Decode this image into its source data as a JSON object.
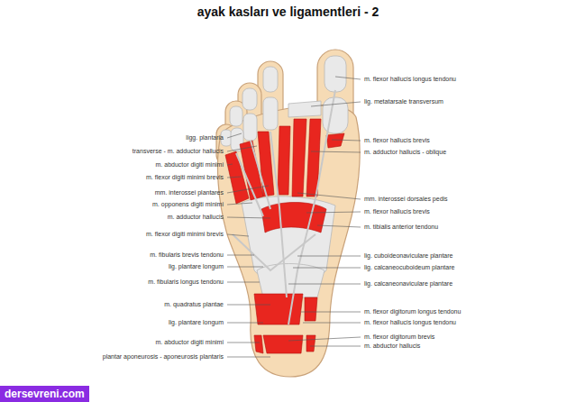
{
  "diagram": {
    "title": "ayak kasları ve ligamentleri - 2",
    "nodes": [
      {
        "text": [
          "dersevreni.com"
        ]
      }
    ],
    "labels": [
      "m. flexor hallucis longus tendonu",
      "lig. metatarsale transversum",
      "ligg. plantaria",
      "m. flexor hallucis brevis",
      "transverse - m. adductor hallucis",
      "m. adductor hallucis - oblique",
      "m. abductor digiti minimi",
      "m. flexor digiti minimi brevis",
      "mm. interossei plantares",
      "mm. interossei dorsales pedis",
      "m. opponens digiti minimi",
      "m. flexor hallucis brevis",
      "m. adductor hallucis",
      "m. tibialis anterior tendonu",
      "m. flexor digiti minimi brevis",
      "m. fibularis brevis tendonu",
      "lig. cuboideonaviculare plantare",
      "lig. plantare longum",
      "lig. calcaneocuboideum plantare",
      "m. fibularis longus tendonu",
      "lig. calcaneonaviculare plantare",
      "m. quadratus plantae",
      "m. flexor digitorum longus tendonu",
      "m. flexor hallucis longus tendonu",
      "lig. plantare longum",
      "m. flexor digitorum brevis",
      "m. abductor digiti minimi",
      "m. abductor hallucis",
      "plantar aponeurosis - aponeurosis plantaris"
    ]
  }
}
